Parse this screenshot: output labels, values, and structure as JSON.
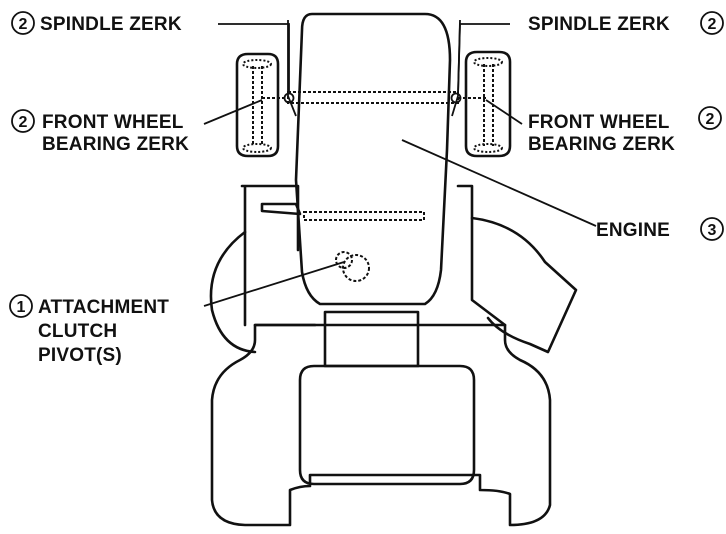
{
  "labels": {
    "spindle_zerk_left": {
      "number": "2",
      "text": "SPINDLE ZERK"
    },
    "spindle_zerk_right": {
      "number": "2",
      "text": "SPINDLE ZERK"
    },
    "front_wheel_left": {
      "number": "2",
      "line1": "FRONT WHEEL",
      "line2": "BEARING  ZERK"
    },
    "front_wheel_right": {
      "number": "2",
      "line1": "FRONT WHEEL",
      "line2": "BEARING  ZERK"
    },
    "engine": {
      "number": "3",
      "text": "ENGINE"
    },
    "attachment_clutch": {
      "number": "1",
      "line1": "ATTACHMENT",
      "line2": "CLUTCH",
      "line3": "PIVOT(S)"
    }
  }
}
